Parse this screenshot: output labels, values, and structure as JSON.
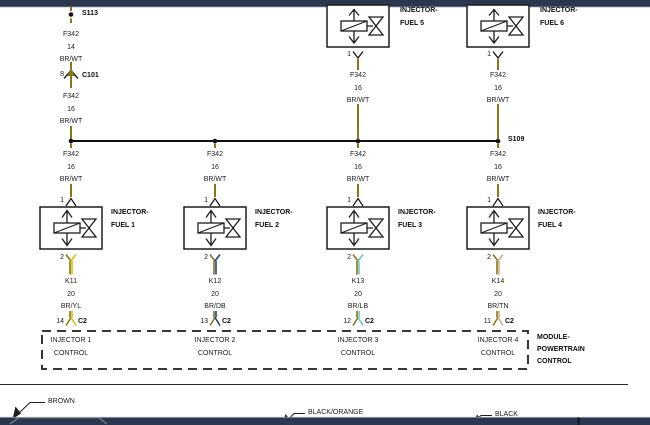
{
  "splice_top": "S113",
  "splice_bus": "S109",
  "c101": {
    "pin": "8",
    "label": "C101"
  },
  "wire_s113": {
    "circuit": "F342",
    "gauge": "14",
    "color": "BR/WT"
  },
  "wire_c101": {
    "circuit": "F342",
    "gauge": "16",
    "color": "BR/WT"
  },
  "top_injectors": [
    {
      "title1": "INJECTOR-",
      "title2": "FUEL 5",
      "pin": "1",
      "wire": {
        "circuit": "F342",
        "gauge": "16",
        "color": "BR/WT"
      }
    },
    {
      "title1": "INJECTOR-",
      "title2": "FUEL 6",
      "pin": "1",
      "wire": {
        "circuit": "F342",
        "gauge": "16",
        "color": "BR/WT"
      }
    }
  ],
  "injectors": [
    {
      "title1": "INJECTOR-",
      "title2": "FUEL 1",
      "pin_top": "1",
      "pin_bottom": "2",
      "wire_top": {
        "circuit": "F342",
        "gauge": "16",
        "color": "BR/WT"
      },
      "wire_bottom": {
        "circuit": "K11",
        "gauge": "20",
        "color": "BR/YL"
      },
      "c2_pin": "14",
      "c2": "C2",
      "ctrl1": "INJECTOR 1",
      "ctrl2": "CONTROL"
    },
    {
      "title1": "INJECTOR-",
      "title2": "FUEL 2",
      "pin_top": "1",
      "pin_bottom": "2",
      "wire_top": {
        "circuit": "F342",
        "gauge": "16",
        "color": "BR/WT"
      },
      "wire_bottom": {
        "circuit": "K12",
        "gauge": "20",
        "color": "BR/DB"
      },
      "c2_pin": "13",
      "c2": "C2",
      "ctrl1": "INJECTOR 2",
      "ctrl2": "CONTROL"
    },
    {
      "title1": "INJECTOR-",
      "title2": "FUEL 3",
      "pin_top": "1",
      "pin_bottom": "2",
      "wire_top": {
        "circuit": "F342",
        "gauge": "16",
        "color": "BR/WT"
      },
      "wire_bottom": {
        "circuit": "K13",
        "gauge": "20",
        "color": "BR/LB"
      },
      "c2_pin": "12",
      "c2": "C2",
      "ctrl1": "INJECTOR 3",
      "ctrl2": "CONTROL"
    },
    {
      "title1": "INJECTOR-",
      "title2": "FUEL 4",
      "pin_top": "1",
      "pin_bottom": "2",
      "wire_top": {
        "circuit": "F342",
        "gauge": "16",
        "color": "BR/WT"
      },
      "wire_bottom": {
        "circuit": "K14",
        "gauge": "20",
        "color": "BR/TN"
      },
      "c2_pin": "11",
      "c2": "C2",
      "ctrl1": "INJECTOR 4",
      "ctrl2": "CONTROL"
    }
  ],
  "module": {
    "line1": "MODULE-",
    "line2": "POWERTRAIN",
    "line3": "CONTROL"
  },
  "legend": {
    "brown": "BROWN",
    "black_orange": "BLACK/ORANGE",
    "black": "BLACK"
  },
  "colors": {
    "wire_brown": "#877616",
    "stripe_yellow": "#e0c000",
    "stripe_dark_blue": "#24407c",
    "stripe_light_blue": "#6cc6c0",
    "stripe_tan": "#cdb184",
    "bar_navy": "#2b374e"
  }
}
